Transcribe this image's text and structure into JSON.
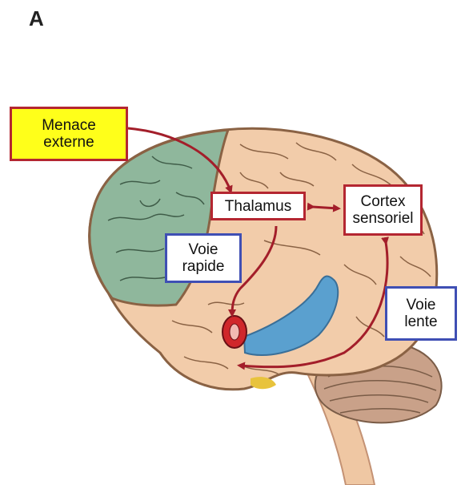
{
  "panel_letter": "A",
  "labels": {
    "menace_externe": "Menace\nexterne",
    "thalamus": "Thalamus",
    "cortex_sensoriel": "Cortex\nsensoriel",
    "voie_rapide": "Voie\nrapide",
    "voie_lente": "Voie\nlente"
  },
  "colors": {
    "frontal_lobe": "#8fb79c",
    "brain_tissue": "#f2ccaa",
    "sulci": "#8a6244",
    "cerebellum": "#c9a189",
    "brainstem": "#efc7a3",
    "amygdala": "#d0272b",
    "hippocampus": "#5aa0cf",
    "arrows": "#a31e2a",
    "red_box_border": "#b42631",
    "blue_box_border": "#3f4fb4",
    "menace_box_fill": "#ffff1a"
  }
}
